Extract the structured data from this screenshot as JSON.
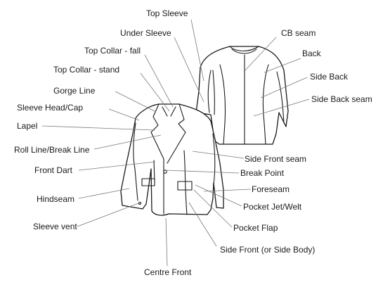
{
  "labels": {
    "top_sleeve": "Top Sleeve",
    "under_sleeve": "Under Sleeve",
    "cb_seam": "CB seam",
    "top_collar_fall": "Top Collar - fall",
    "back": "Back",
    "top_collar_stand": "Top Collar - stand",
    "side_back": "Side Back",
    "gorge_line": "Gorge Line",
    "side_back_seam": "Side Back seam",
    "sleeve_head_cap": "Sleeve Head/Cap",
    "lapel": "Lapel",
    "roll_line_break_line": "Roll Line/Break Line",
    "side_front_seam": "Side Front seam",
    "front_dart": "Front Dart",
    "break_point": "Break Point",
    "foreseam": "Foreseam",
    "hindseam": "Hindseam",
    "pocket_jet_welt": "Pocket Jet/Welt",
    "sleeve_vent": "Sleeve vent",
    "pocket_flap": "Pocket Flap",
    "side_front": "Side Front (or Side Body)",
    "centre_front": "Centre Front"
  }
}
